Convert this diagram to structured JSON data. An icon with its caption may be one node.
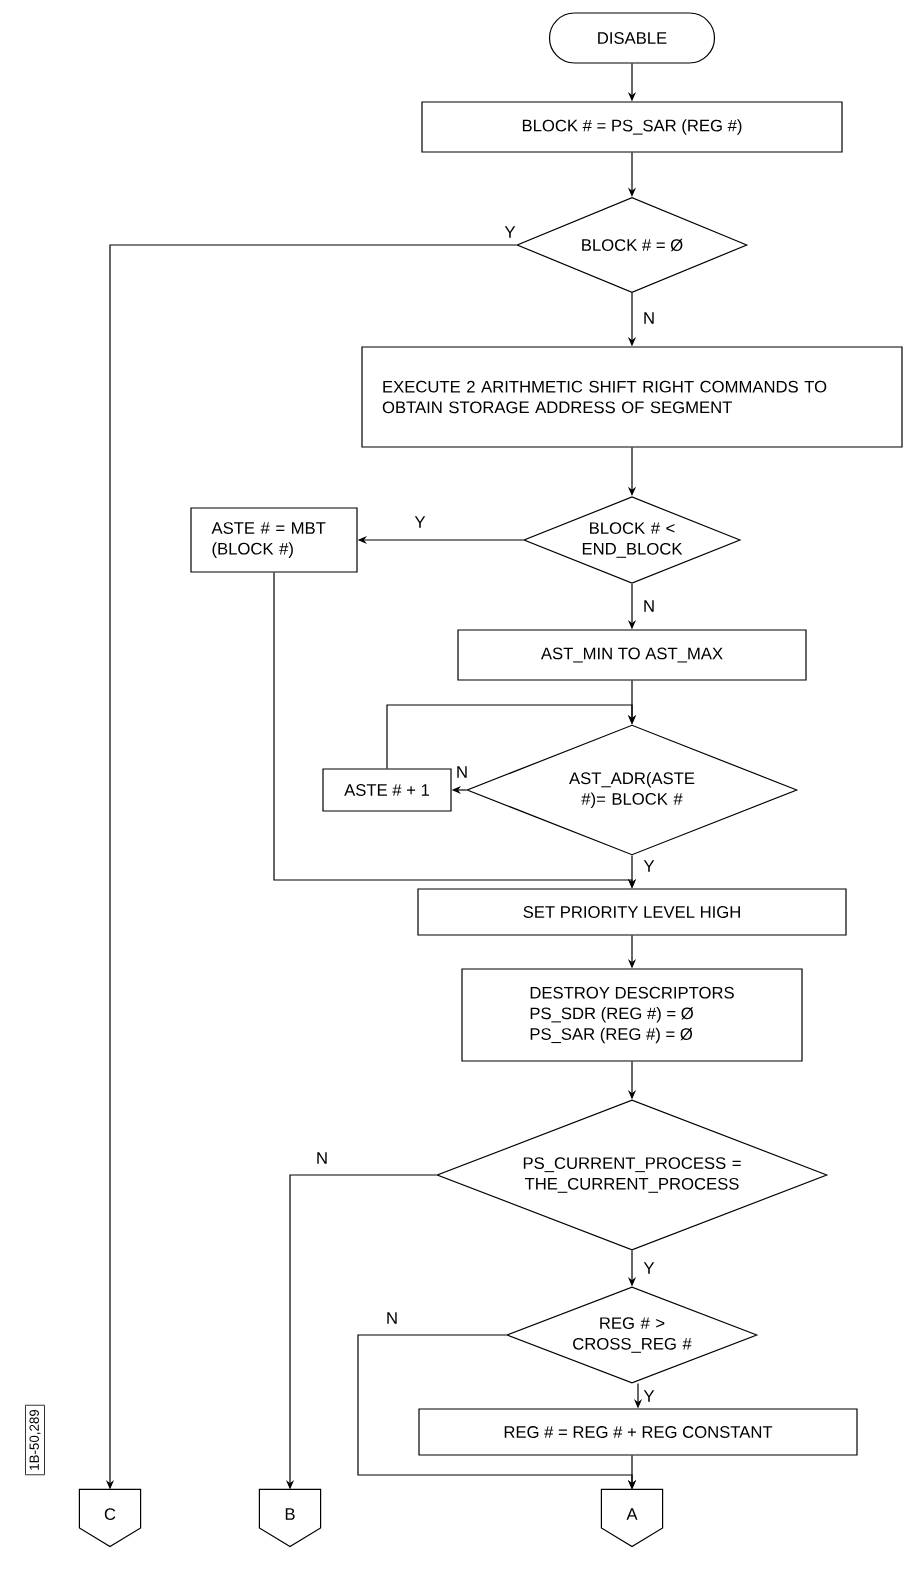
{
  "diagram": {
    "nodes": [
      {
        "text": [
          "DISABLE"
        ]
      },
      {
        "text": [
          "BLOCK # = PS_SAR (REG #)"
        ]
      },
      {
        "text": [
          "BLOCK # = Ø"
        ]
      },
      {
        "text": [
          "EXECUTE 2 ARITHMETIC SHIFT RIGHT COMMANDS TO OBTAIN STORAGE ADDRESS OF SEGMENT"
        ]
      },
      {
        "text": [
          "BLOCK # < END_BLOCK"
        ]
      },
      {
        "text": [
          "ASTE # = MBT (BLOCK #)"
        ]
      },
      {
        "text": [
          "AST_MIN TO AST_MAX"
        ]
      },
      {
        "text": [
          "AST_ADR(ASTE #)= BLOCK #"
        ]
      },
      {
        "text": [
          "ASTE # + 1"
        ]
      },
      {
        "text": [
          "SET PRIORITY LEVEL HIGH"
        ]
      },
      {
        "text": [
          "DESTROY DESCRIPTORS",
          "PS_SDR (REG #) = Ø",
          "PS_SAR (REG #) = Ø"
        ]
      },
      {
        "text": [
          "PS_CURRENT_PROCESS = THE_CURRENT_PROCESS"
        ]
      },
      {
        "text": [
          "REG # > CROSS_REG #"
        ]
      },
      {
        "text": [
          "REG # = REG # + REG CONSTANT"
        ]
      },
      {
        "text": [
          "A"
        ]
      },
      {
        "text": [
          "B"
        ]
      },
      {
        "text": [
          "C"
        ]
      }
    ],
    "edges": [
      {
        "from": 0,
        "to": 1,
        "arrow": "to"
      },
      {
        "from": 1,
        "to": 2,
        "arrow": "to"
      },
      {
        "from": 2,
        "to": 16,
        "arrow": "to",
        "label": "Y"
      },
      {
        "from": 2,
        "to": 3,
        "arrow": "to",
        "label": "N"
      },
      {
        "from": 3,
        "to": 4,
        "arrow": "to"
      },
      {
        "from": 4,
        "to": 5,
        "arrow": "to",
        "label": "Y"
      },
      {
        "from": 4,
        "to": 6,
        "arrow": "to",
        "label": "N"
      },
      {
        "from": 6,
        "to": 7,
        "arrow": "to"
      },
      {
        "from": 7,
        "to": 8,
        "arrow": "to",
        "label": "N"
      },
      {
        "from": 8,
        "to": 7,
        "arrow": "to"
      },
      {
        "from": 5,
        "to": 9,
        "arrow": "to"
      },
      {
        "from": 7,
        "to": 9,
        "arrow": "to",
        "label": "Y"
      },
      {
        "from": 9,
        "to": 10,
        "arrow": "to"
      },
      {
        "from": 10,
        "to": 11,
        "arrow": "to"
      },
      {
        "from": 11,
        "to": 15,
        "arrow": "to",
        "label": "N"
      },
      {
        "from": 11,
        "to": 12,
        "arrow": "to",
        "label": "Y"
      },
      {
        "from": 12,
        "to": 13,
        "arrow": "to",
        "label": "Y"
      },
      {
        "from": 12,
        "to": 14,
        "arrow": "to",
        "label": "N"
      },
      {
        "from": 13,
        "to": 14,
        "arrow": "to"
      }
    ],
    "labels": [
      "1B-50,289"
    ]
  }
}
